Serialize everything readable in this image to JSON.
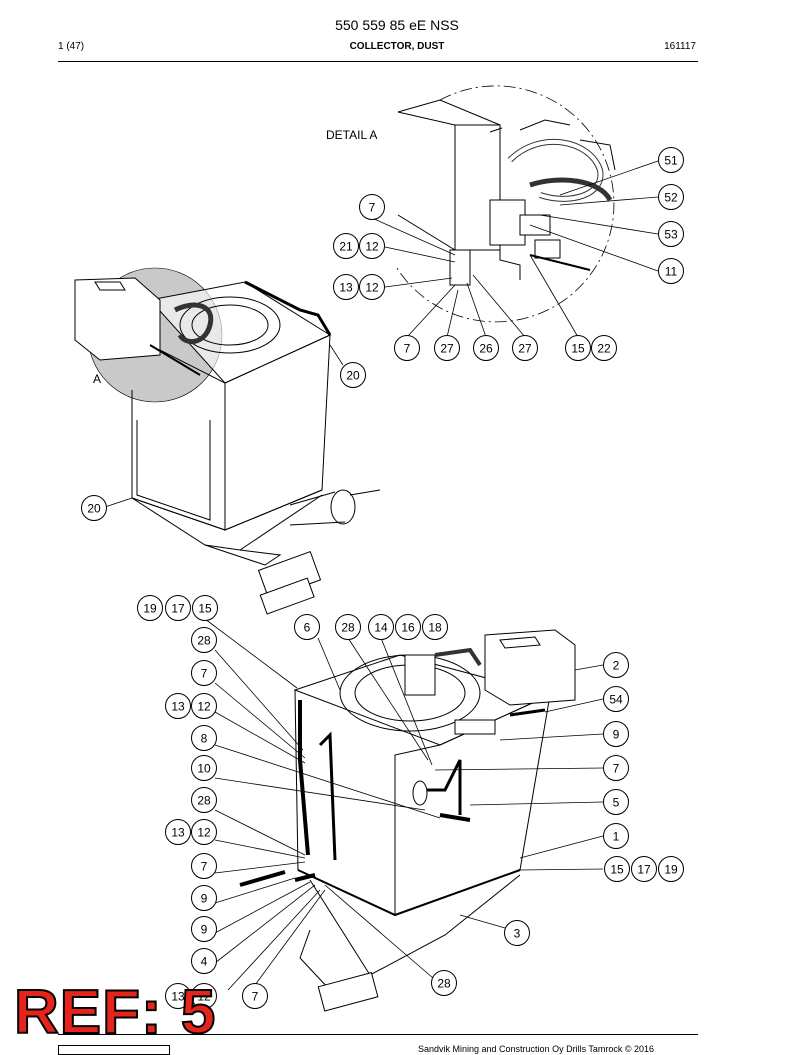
{
  "header": {
    "doc_number": "550 559 85 eE NSS",
    "page": "1 (47)",
    "title": "COLLECTOR, DUST",
    "date": "161117"
  },
  "detail_title": "DETAIL A",
  "detail_marker": "A",
  "callouts_top": [
    {
      "id": "c1",
      "text": "51"
    },
    {
      "id": "c2",
      "text": "52"
    },
    {
      "id": "c3",
      "text": "53"
    },
    {
      "id": "c4",
      "text": "11"
    },
    {
      "id": "c5",
      "text": "7"
    },
    {
      "id": "c6",
      "text": "21"
    },
    {
      "id": "c7",
      "text": "12"
    },
    {
      "id": "c8",
      "text": "13"
    },
    {
      "id": "c9",
      "text": "12"
    },
    {
      "id": "c10",
      "text": "7"
    },
    {
      "id": "c11",
      "text": "27"
    },
    {
      "id": "c12",
      "text": "26"
    },
    {
      "id": "c13",
      "text": "27"
    },
    {
      "id": "c14",
      "text": "15"
    },
    {
      "id": "c15",
      "text": "22"
    },
    {
      "id": "c16",
      "text": "20"
    },
    {
      "id": "c17",
      "text": "20"
    }
  ],
  "callouts_bottom": [
    {
      "id": "b1",
      "text": "19"
    },
    {
      "id": "b2",
      "text": "17"
    },
    {
      "id": "b3",
      "text": "15"
    },
    {
      "id": "b4",
      "text": "6"
    },
    {
      "id": "b5",
      "text": "28"
    },
    {
      "id": "b6",
      "text": "14"
    },
    {
      "id": "b7",
      "text": "16"
    },
    {
      "id": "b8",
      "text": "18"
    },
    {
      "id": "b9",
      "text": "28"
    },
    {
      "id": "b10",
      "text": "2"
    },
    {
      "id": "b11",
      "text": "7"
    },
    {
      "id": "b12",
      "text": "54"
    },
    {
      "id": "b13",
      "text": "13"
    },
    {
      "id": "b14",
      "text": "12"
    },
    {
      "id": "b15",
      "text": "9"
    },
    {
      "id": "b16",
      "text": "8"
    },
    {
      "id": "b17",
      "text": "7"
    },
    {
      "id": "b18",
      "text": "10"
    },
    {
      "id": "b19",
      "text": "5"
    },
    {
      "id": "b20",
      "text": "28"
    },
    {
      "id": "b21",
      "text": "13"
    },
    {
      "id": "b22",
      "text": "12"
    },
    {
      "id": "b23",
      "text": "1"
    },
    {
      "id": "b24",
      "text": "7"
    },
    {
      "id": "b25",
      "text": "15"
    },
    {
      "id": "b26",
      "text": "17"
    },
    {
      "id": "b27",
      "text": "19"
    },
    {
      "id": "b28",
      "text": "9"
    },
    {
      "id": "b29",
      "text": "9"
    },
    {
      "id": "b30",
      "text": "3"
    },
    {
      "id": "b31",
      "text": "4"
    },
    {
      "id": "b32",
      "text": "28"
    },
    {
      "id": "b33",
      "text": "13"
    },
    {
      "id": "b34",
      "text": "12"
    },
    {
      "id": "b35",
      "text": "7"
    }
  ],
  "stamp": "REF: 5",
  "footer": {
    "copyright": "Sandvik Mining and Construction Oy Drills Tamrock © 2016"
  }
}
